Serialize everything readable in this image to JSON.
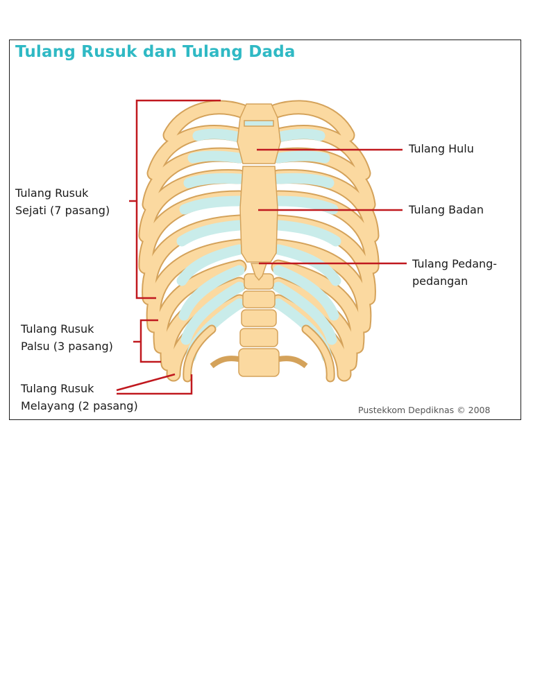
{
  "title": "Tulang Rusuk dan Tulang Dada",
  "labels": {
    "true_ribs_line1": "Tulang Rusuk",
    "true_ribs_line2": "Sejati (7 pasang)",
    "false_ribs_line1": "Tulang Rusuk",
    "false_ribs_line2": "Palsu (3 pasang)",
    "floating_ribs_line1": "Tulang Rusuk",
    "floating_ribs_line2": "Melayang (2 pasang)",
    "manubrium": "Tulang Hulu",
    "body": "Tulang Badan",
    "xiphoid_line1": "Tulang Pedang-",
    "xiphoid_line2": "pedangan"
  },
  "credit": "Pustekkom Depdiknas © 2008",
  "colors": {
    "title": "#2fb9c4",
    "bone": "#fbd9a0",
    "cartilage": "#c9ecea",
    "outline": "#d4a25a",
    "leader_line": "#c0181e"
  }
}
